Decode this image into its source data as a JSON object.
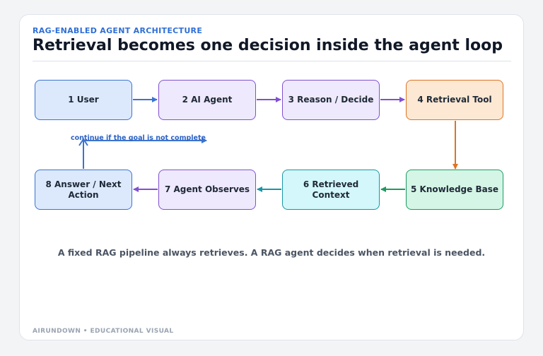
{
  "header": {
    "eyebrow": "RAG-ENABLED AGENT ARCHITECTURE",
    "title": "Retrieval becomes one decision inside the agent loop"
  },
  "nodes": [
    {
      "label": "1 User",
      "color": "#3b73d1"
    },
    {
      "label": "2 AI Agent",
      "color": "#8150d0"
    },
    {
      "label": "3 Reason / Decide",
      "color": "#8150d0"
    },
    {
      "label": "4 Retrieval Tool",
      "color": "#de7424"
    },
    {
      "label": "5 Knowledge Base",
      "color": "#1e9a62"
    },
    {
      "label": "6 Retrieved Context",
      "color": "#1996a5"
    },
    {
      "label": "7 Agent Observes",
      "color": "#8150d0"
    },
    {
      "label": "8 Answer / Next Action",
      "color": "#3b73d1"
    }
  ],
  "loop_label": "continue if the goal is not complete",
  "caption": "A fixed RAG pipeline always retrieves. A RAG agent decides when retrieval is needed.",
  "footer": "AIRUNDOWN • EDUCATIONAL VISUAL"
}
